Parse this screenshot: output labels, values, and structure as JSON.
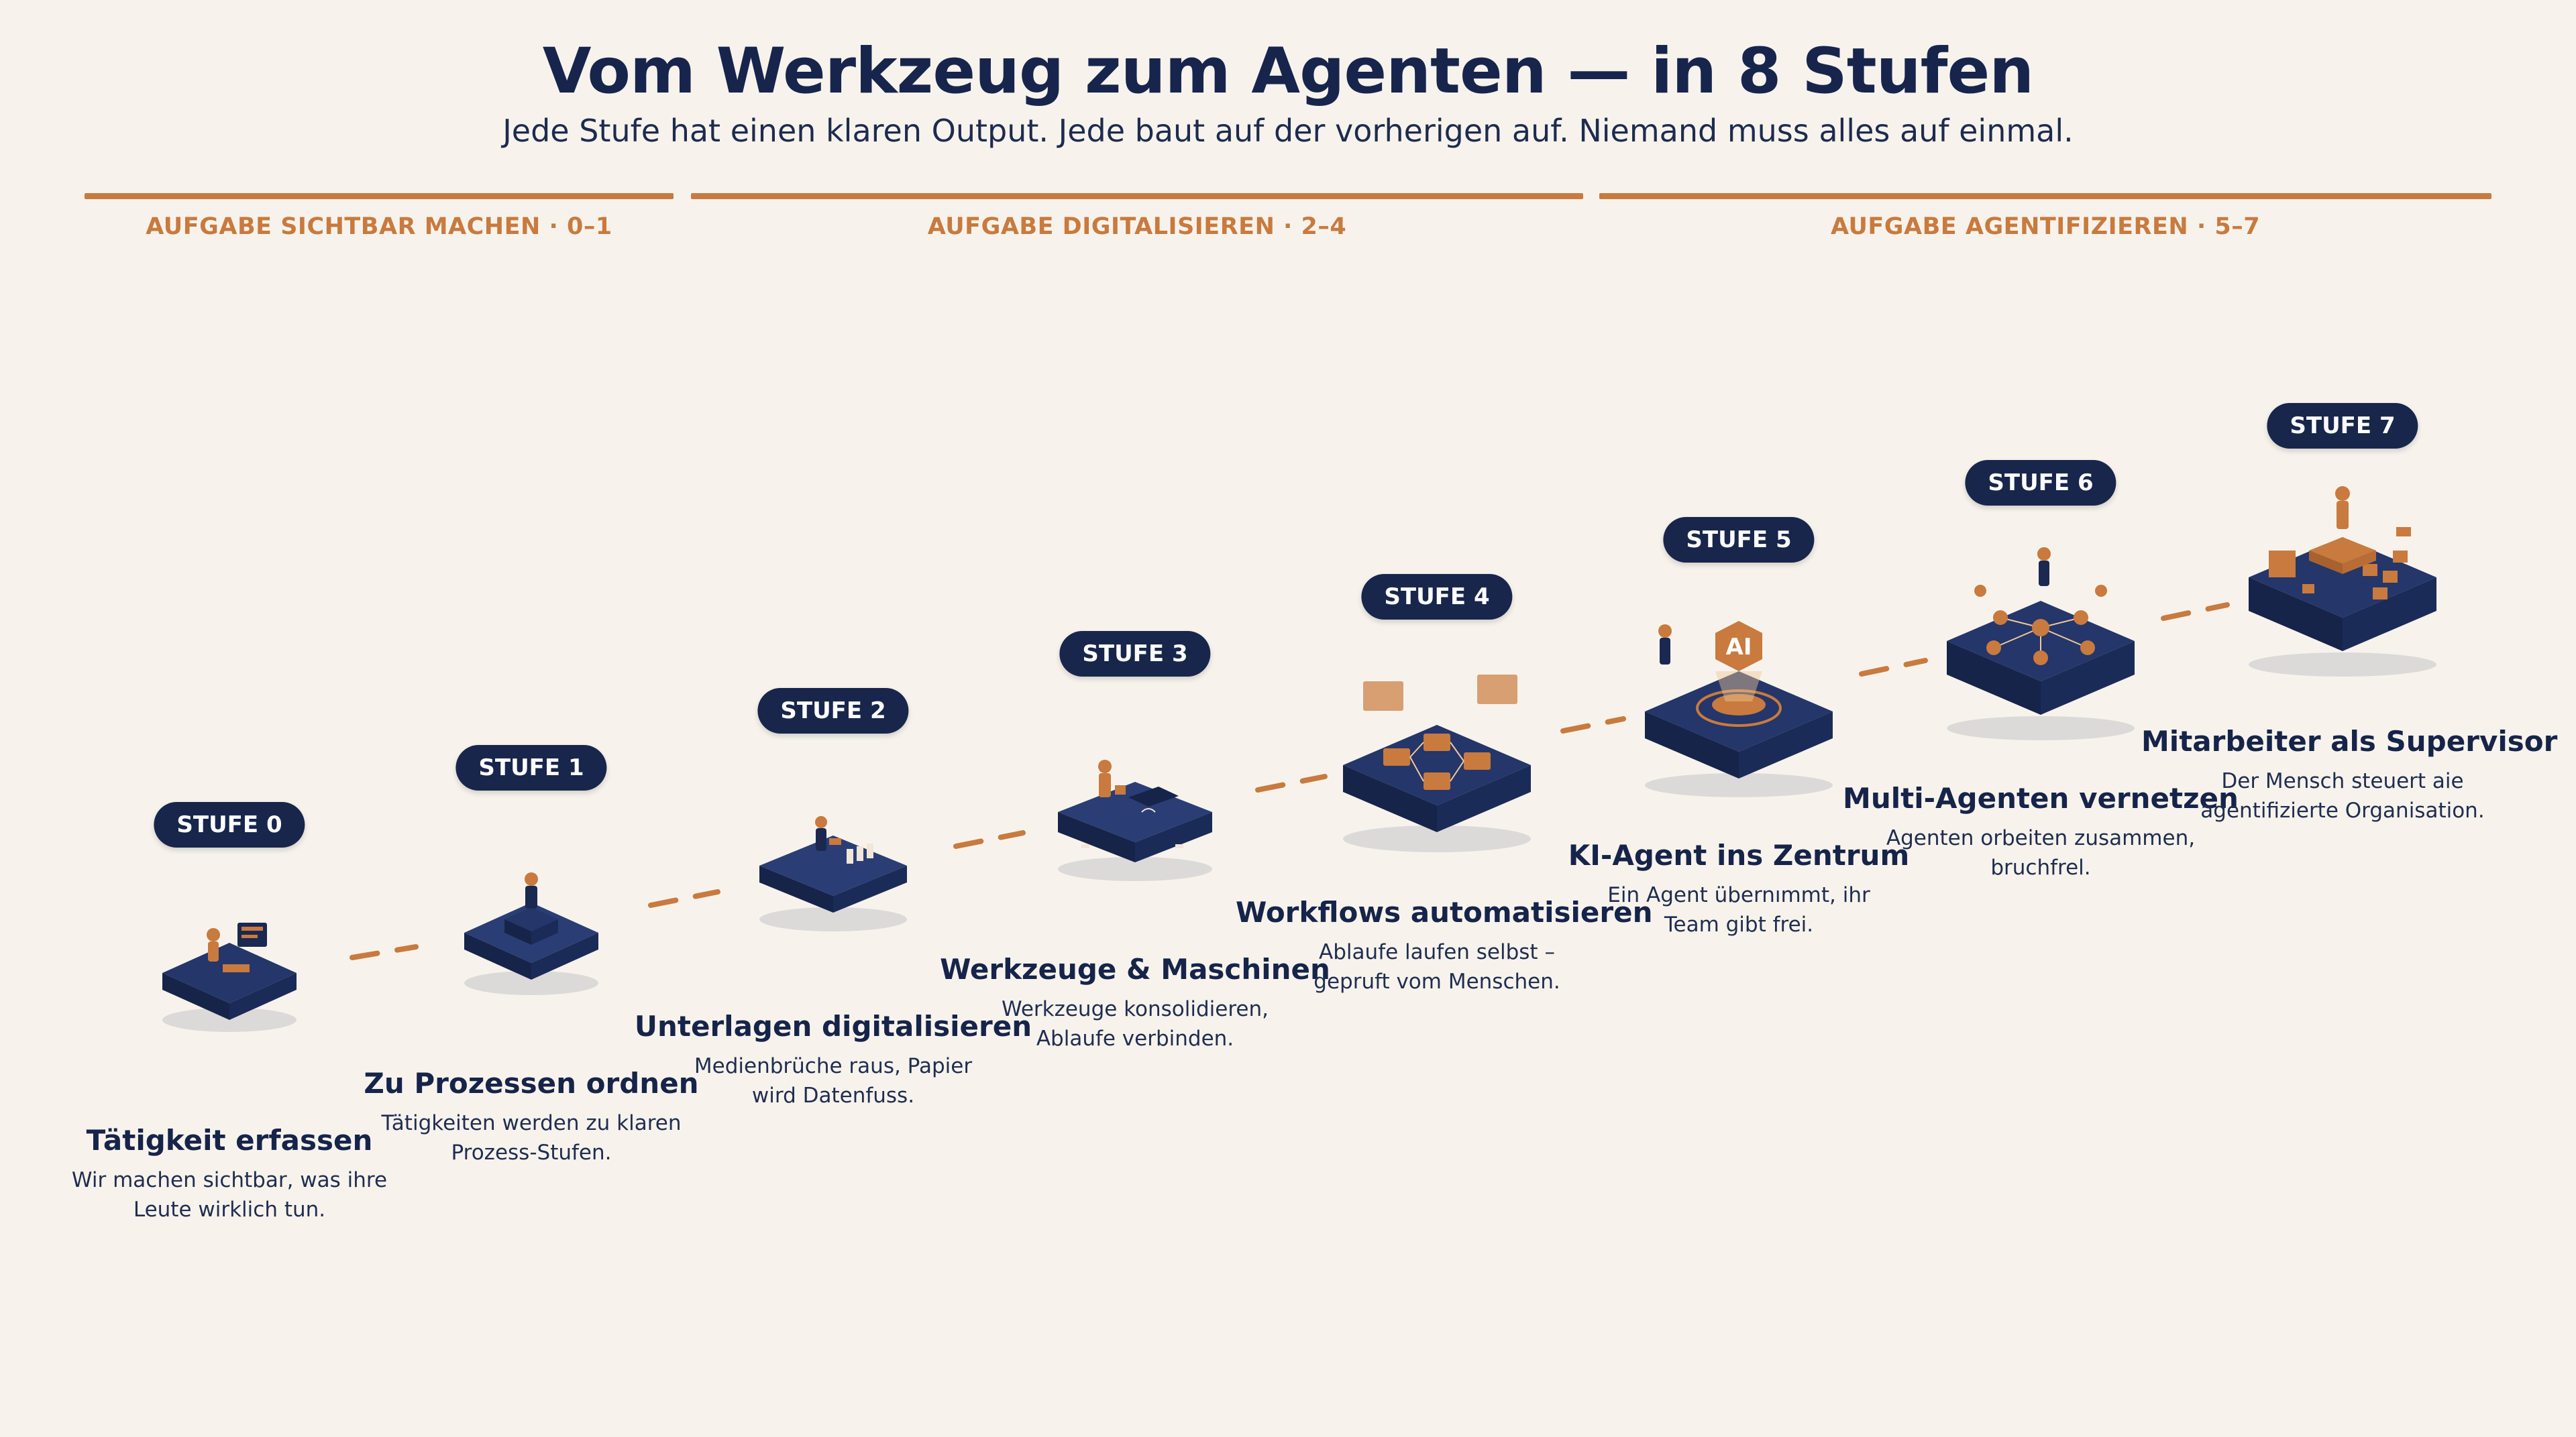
{
  "header": {
    "title": "Vom Werkzeug zum Agenten — in 8 Stufen",
    "subtitle": "Jede Stufe hat einen klaren Output. Jede baut auf der vorherigen auf. Niemand muss alles auf einmal."
  },
  "phases": [
    {
      "label": "AUFGABE SICHTBAR MACHEN · 0–1"
    },
    {
      "label": "AUFGABE DIGITALISIEREN · 2–4"
    },
    {
      "label": "AUFGABE AGENTIFIZIEREN · 5–7"
    }
  ],
  "stages": [
    {
      "badge": "STUFE 0",
      "title": "Tätigkeit erfassen",
      "desc_1": "Wir machen sichtbar, was ihre",
      "desc_2": "Leute wirklich tun."
    },
    {
      "badge": "STUFE 1",
      "title": "Zu Prozessen ordnen",
      "desc_1": "Tätigkeiten werden zu klaren",
      "desc_2": "Prozess-Stufen."
    },
    {
      "badge": "STUFE 2",
      "title": "Unterlagen digitalisieren",
      "desc_1": "Medienbrüche raus, Papier",
      "desc_2": "wird Datenfuss."
    },
    {
      "badge": "STUFE 3",
      "title": "Werkzeuge & Maschinen",
      "desc_1": "Werkzeuge konsolidieren,",
      "desc_2": "Ablaufe verbinden."
    },
    {
      "badge": "STUFE 4",
      "title": "Workflows automatisieren",
      "desc_1": "Ablaufe laufen selbst –",
      "desc_2": "gepruft vom Menschen."
    },
    {
      "badge": "STUFE 5",
      "title": "KI-Agent ins Zentrum",
      "desc_1": "Ein Agent übernımmt, ihr",
      "desc_2": "Team gibt frei."
    },
    {
      "badge": "STUFE 6",
      "title": "Multi-Agenten vernetzen",
      "desc_1": "Agenten orbeiten zusammen,",
      "desc_2": "bruchfrel."
    },
    {
      "badge": "STUFE 7",
      "title": "Mitarbeiter als Supervisor",
      "desc_1": "Der Mensch steuert aie",
      "desc_2": "agentifizierte Organisation."
    }
  ],
  "ai_chip_label": "AI",
  "colors": {
    "navy": "#18264c",
    "orange": "#c97a3e",
    "background": "#f7f3ec"
  }
}
